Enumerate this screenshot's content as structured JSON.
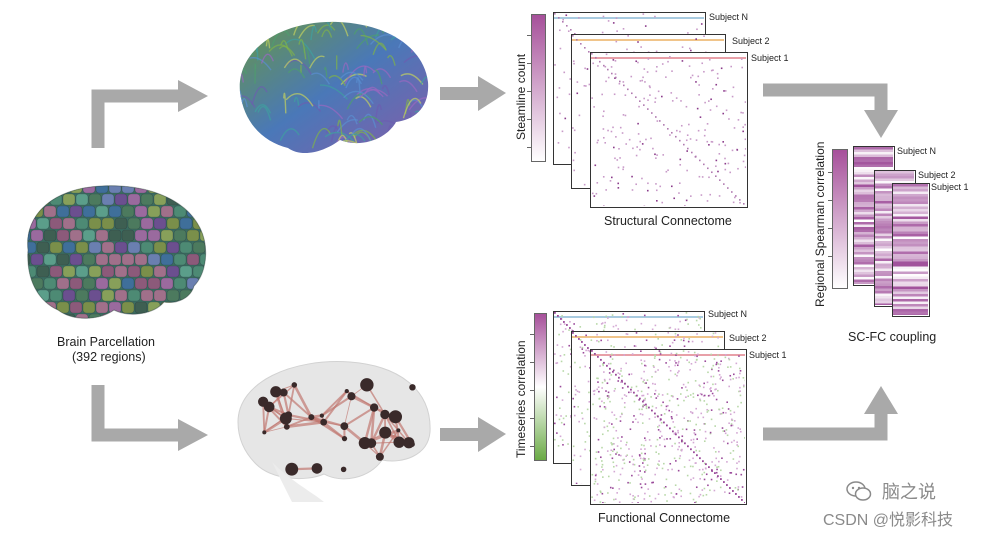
{
  "parcellation": {
    "title": "Brain Parcellation",
    "subtitle": "(392 regions)"
  },
  "structural": {
    "title": "Structural Connectome",
    "colorbar_label": "Steamline count",
    "subjects": [
      "Subject N",
      "Subject 2",
      "Subject 1"
    ],
    "colorbar_colors": [
      "#a6509a",
      "#ffffff"
    ]
  },
  "functional": {
    "title": "Functional Connectome",
    "colorbar_label": "Timeseries correlation",
    "subjects": [
      "Subject N",
      "Subject 2",
      "Subject 1"
    ],
    "colorbar_colors": [
      "#a6509a",
      "#ffffff",
      "#6aaa45"
    ]
  },
  "coupling": {
    "title": "SC-FC coupling",
    "colorbar_label": "Regional Spearman correlation",
    "subjects": [
      "Subject N",
      "Subject 2",
      "Subject 1"
    ],
    "colorbar_colors": [
      "#a6509a",
      "#ffffff"
    ]
  },
  "watermark": {
    "line1": "脑之说",
    "line2": "CSDN @悦影科技"
  },
  "colors": {
    "arrow": "#a9a9a9",
    "accent_purple": "#a6509a",
    "accent_green": "#6aaa45"
  }
}
